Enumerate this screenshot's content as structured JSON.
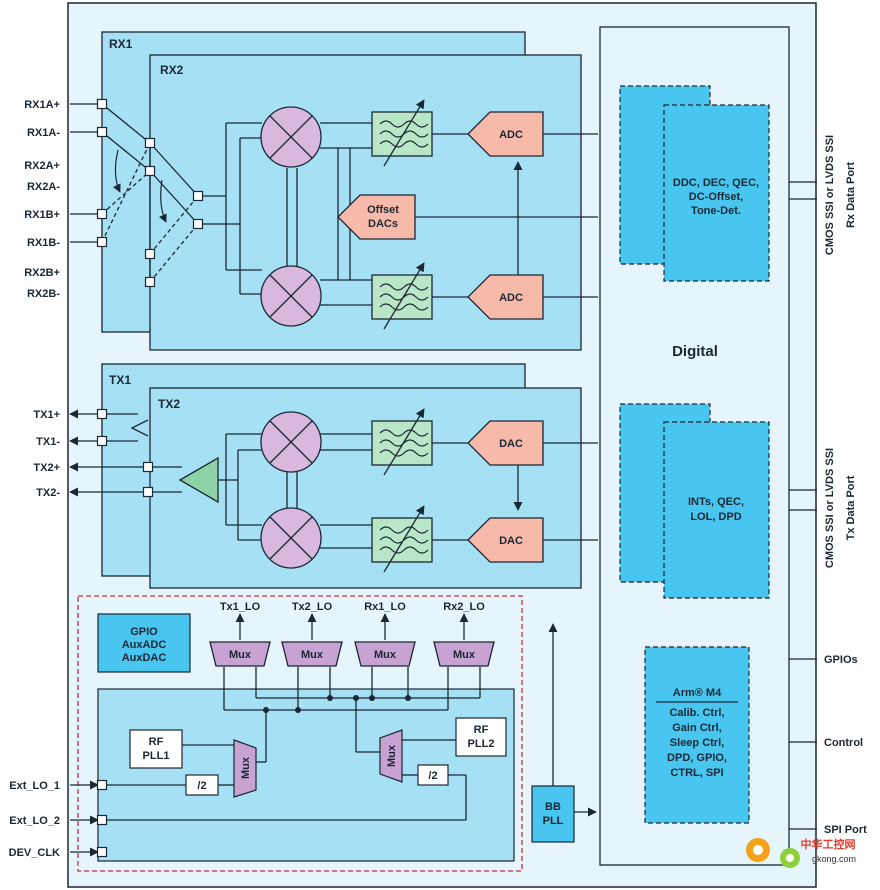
{
  "blocks": {
    "rx1": "RX1",
    "rx2": "RX2",
    "tx1": "TX1",
    "tx2": "TX2",
    "adc": "ADC",
    "dac": "DAC",
    "offset_dacs": [
      "Offset",
      "DACs"
    ],
    "digital": "Digital",
    "rx_dsp": [
      "DDC, DEC, QEC,",
      "DC-Offset,",
      "Tone-Det."
    ],
    "tx_dsp": [
      "INTs, QEC,",
      "LOL, DPD"
    ],
    "arm_title": "Arm® M4",
    "arm_items": [
      "Calib. Ctrl,",
      "Gain Ctrl,",
      "Sleep Ctrl,",
      "DPD, GPIO,",
      "CTRL, SPI"
    ],
    "gpio_aux": [
      "GPIO",
      "AuxADC",
      "AuxDAC"
    ],
    "rf_pll1": [
      "RF",
      "PLL1"
    ],
    "rf_pll2": [
      "RF",
      "PLL2"
    ],
    "mux": "Mux",
    "div2": "/2",
    "bb_pll": [
      "BB",
      "PLL"
    ],
    "lo_outputs": [
      "Tx1_LO",
      "Tx2_LO",
      "Rx1_LO",
      "Rx2_LO"
    ]
  },
  "left_pins": {
    "rx": [
      "RX1A+",
      "RX1A-",
      "RX2A+",
      "RX2A-",
      "RX1B+",
      "RX1B-",
      "RX2B+",
      "RX2B-"
    ],
    "tx": [
      "TX1+",
      "TX1-",
      "TX2+",
      "TX2-"
    ],
    "lo": [
      "Ext_LO_1",
      "Ext_LO_2",
      "DEV_CLK"
    ]
  },
  "right_ports": {
    "rx_port": [
      "CMOS SSI or LVDS SSI",
      "Rx Data Port"
    ],
    "tx_port": [
      "CMOS SSI or LVDS SSI",
      "Tx Data Port"
    ],
    "gpios": "GPIOs",
    "control": "Control",
    "spi": "SPI Port"
  },
  "watermark": {
    "brand": "中华工控网",
    "url": "gkong.com"
  },
  "colors": {
    "chip_bg": "#e6f4fb",
    "block_bg": "#a6e0f5",
    "dsp_bg": "#48c6f0",
    "mixer": "#d9b8de",
    "filter": "#b8e6c6",
    "converter": "#f7b9aa",
    "amp": "#8ed3a8",
    "mux": "#c9a2d4",
    "outline": "#1b2733",
    "dashed_border": "#c03040"
  }
}
